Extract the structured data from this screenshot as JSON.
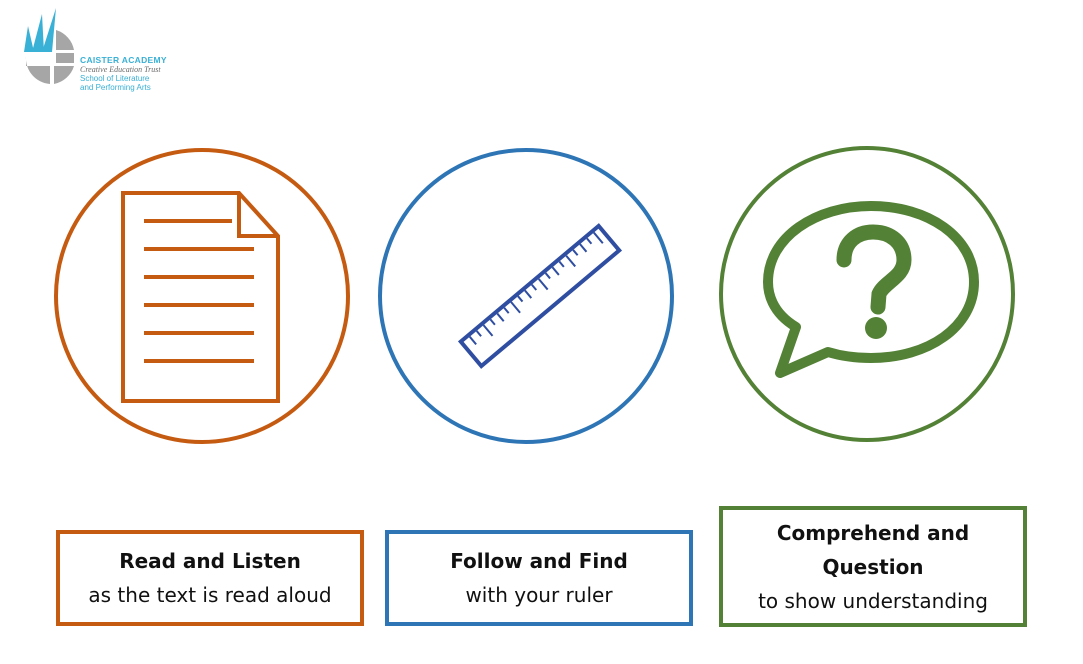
{
  "logo": {
    "line1": "CAISTER ACADEMY",
    "line2": "Creative Education Trust",
    "line3": "School of Literature",
    "line4": "and Performing Arts"
  },
  "colors": {
    "read": "#c55a11",
    "follow": "#2e75b6",
    "comprehend": "#538135",
    "logo_blue": "#39b0d6",
    "logo_grey": "#a6a6a6"
  },
  "icons": [
    "document-icon",
    "ruler-icon",
    "question-speech-bubble-icon"
  ],
  "steps": [
    {
      "title": "Read and Listen",
      "subtitle": "as the text is read aloud"
    },
    {
      "title": "Follow and Find",
      "subtitle": "with your ruler"
    },
    {
      "title_line1": "Comprehend and",
      "title_line2": "Question",
      "subtitle": "to show understanding"
    }
  ]
}
